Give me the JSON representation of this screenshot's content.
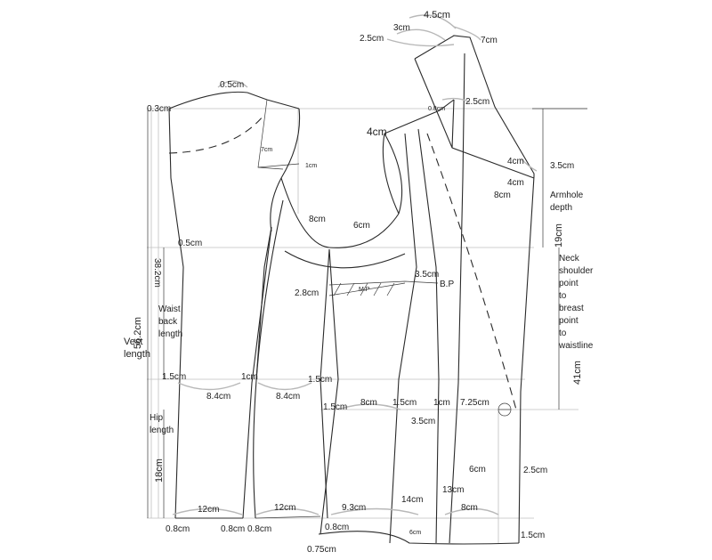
{
  "measurements": {
    "top_4_5": "4.5cm",
    "top_3": "3cm",
    "top_2_5": "2.5cm",
    "top_7": "7cm",
    "neck_0_5": "0.5cm",
    "back_0_3": "0.3cm",
    "front_0_8": "0.8cm",
    "front_2_5": "2.5cm",
    "front_4": "4cm",
    "shoulder_4a": "4cm",
    "shoulder_4b": "4cm",
    "shoulder_3_5": "3.5cm",
    "front_8": "8cm",
    "back_7": "7cm",
    "back_1": "1cm",
    "arm_8": "8cm",
    "arm_6": "6cm",
    "chest_0_5": "0.5cm",
    "dart_3_5": "3.5cm",
    "dart_2_8": "2.8cm",
    "mp": "M.P",
    "bp": "B.P",
    "waist_1_5_left": "1.5cm",
    "waist_1": "1cm",
    "waist_1_5_mid": "1.5cm",
    "waist_8_4_left": "8.4cm",
    "waist_8_4_right": "8.4cm",
    "hip_1_5_left": "1.5cm",
    "hip_8": "8cm",
    "hip_1_5_mid": "1.5cm",
    "hip_1": "1cm",
    "hip_7_25": "7.25cm",
    "hip_3_5": "3.5cm",
    "front_6": "6cm",
    "front_2_5b": "2.5cm",
    "front_14": "14cm",
    "front_13": "13cm",
    "hem_12_left": "12cm",
    "hem_12_right": "12cm",
    "hem_9_3": "9.3cm",
    "hem_8": "8cm",
    "hem_6": "6cm",
    "hem_0_8_a": "0.8cm",
    "hem_0_8_b": "0.8cm",
    "hem_0_8_c": "0.8cm",
    "hem_0_8_d": "0.8cm",
    "hem_0_75": "0.75cm",
    "hem_1_5": "1.5cm"
  },
  "labels": {
    "back_38_2": "38.2cm",
    "waist_back": "Waist",
    "waist_back2": "back",
    "waist_back3": "length",
    "vest_56_2": "56.2cm",
    "vest_word": "Vest",
    "vest_word2": "length",
    "hip_word": "Hip",
    "hip_word2": "length",
    "hip_18": "18cm",
    "armhole_1": "Armhole",
    "armhole_2": "depth",
    "armhole_19": "19cm",
    "neck_1": "Neck",
    "neck_2": "shoulder",
    "neck_3": "point",
    "neck_4": "to",
    "neck_5": "breast",
    "neck_6": "point",
    "neck_7": "to",
    "neck_8": "waistline",
    "front_41": "41cm"
  }
}
